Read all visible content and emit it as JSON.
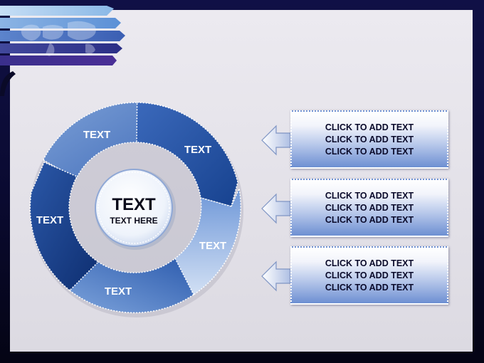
{
  "colors": {
    "frame": "#0f0f44",
    "panel": "#e4e2ea",
    "cycle_dark": "#1d4fa4",
    "cycle_light": "#c4d6f1",
    "box_top": "#ffffff",
    "box_bottom": "#6d8fd2"
  },
  "cycle": {
    "segments": [
      {
        "label": "TEXT"
      },
      {
        "label": "TEXT"
      },
      {
        "label": "TEXT"
      },
      {
        "label": "TEXT"
      },
      {
        "label": "TEXT"
      }
    ],
    "center_title": "TEXT",
    "center_subtitle": "TEXT HERE"
  },
  "callouts": [
    {
      "lines": [
        "CLICK TO ADD TEXT",
        "CLICK TO ADD TEXT",
        "CLICK TO ADD TEXT"
      ]
    },
    {
      "lines": [
        "CLICK TO ADD TEXT",
        "CLICK TO ADD TEXT",
        "CLICK TO ADD TEXT"
      ]
    },
    {
      "lines": [
        "CLICK TO ADD TEXT",
        "CLICK TO ADD TEXT",
        "CLICK TO ADD TEXT"
      ]
    }
  ]
}
